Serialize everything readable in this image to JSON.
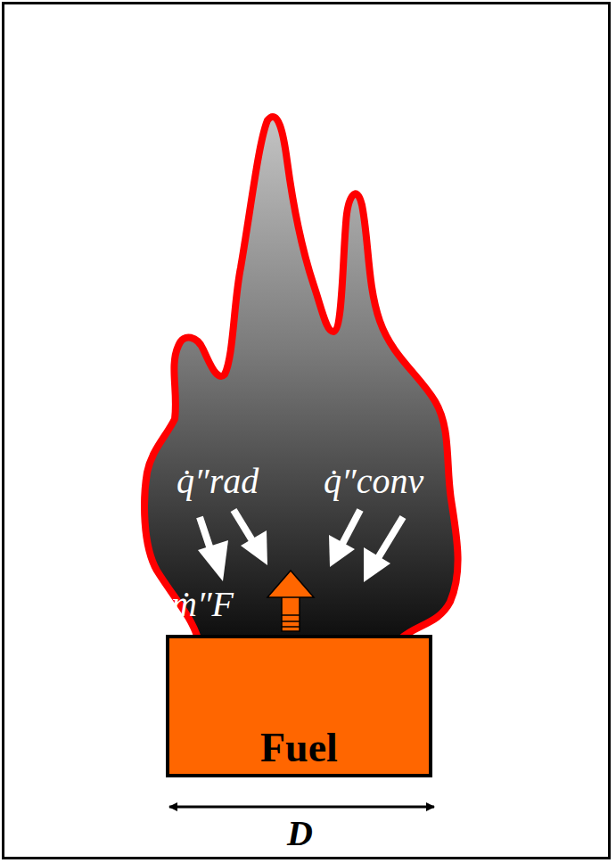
{
  "diagram": {
    "nodes": [
      {
        "text": [
          "q̇″rad",
          "q̇″conv",
          "ṁ″F"
        ]
      },
      {
        "text": [
          "Fuel"
        ]
      }
    ],
    "labels": [
      "D"
    ]
  }
}
